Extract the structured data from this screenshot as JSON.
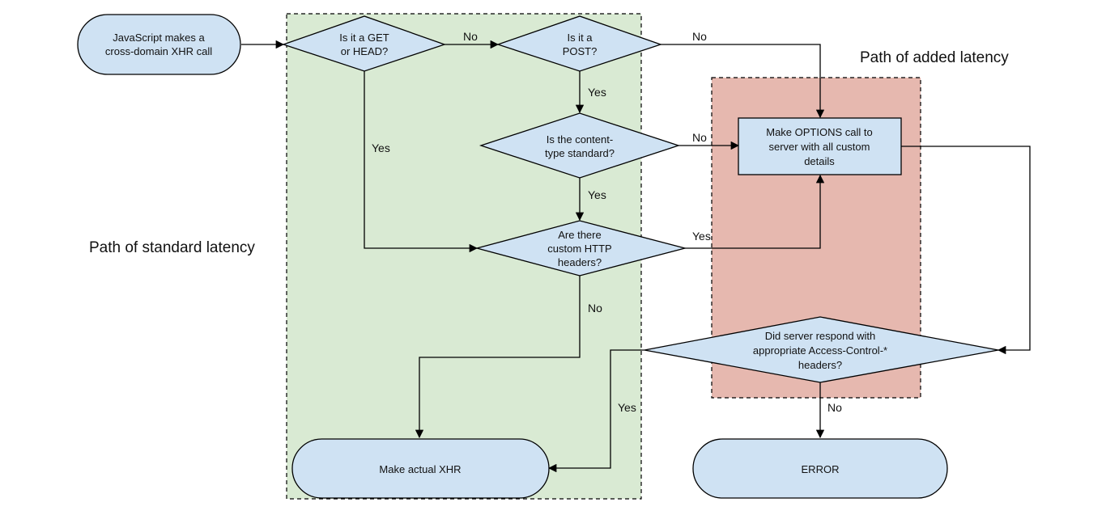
{
  "regions": {
    "standard_label": "Path of standard latency",
    "added_label": "Path of added latency"
  },
  "nodes": {
    "start": {
      "lines": [
        "JavaScript makes a",
        "cross-domain XHR call"
      ]
    },
    "get_head": {
      "lines": [
        "Is it a GET",
        "or HEAD?"
      ]
    },
    "post": {
      "lines": [
        "Is it a",
        "POST?"
      ]
    },
    "content_type": {
      "lines": [
        "Is the content-",
        "type standard?"
      ]
    },
    "custom_headers": {
      "lines": [
        "Are there",
        "custom HTTP",
        "headers?"
      ]
    },
    "options_call": {
      "lines": [
        "Make OPTIONS call to",
        "server with all custom",
        "details"
      ]
    },
    "server_respond": {
      "lines": [
        "Did server respond with",
        "appropriate Access-Control-*",
        "headers?"
      ]
    },
    "make_xhr": {
      "lines": [
        "Make actual XHR"
      ]
    },
    "error": {
      "lines": [
        "ERROR"
      ]
    }
  },
  "edges": {
    "get_head_no": "No",
    "get_head_yes": "Yes",
    "post_no": "No",
    "post_yes": "Yes",
    "content_type_no": "No",
    "content_type_yes": "Yes",
    "custom_headers_yes": "Yes",
    "custom_headers_no": "No",
    "server_respond_yes": "Yes",
    "server_respond_no": "No"
  },
  "colors": {
    "node_fill": "#cfe2f3",
    "standard_region_fill": "#d9ead3",
    "added_region_fill": "#e6b8af",
    "stroke": "#000000"
  }
}
